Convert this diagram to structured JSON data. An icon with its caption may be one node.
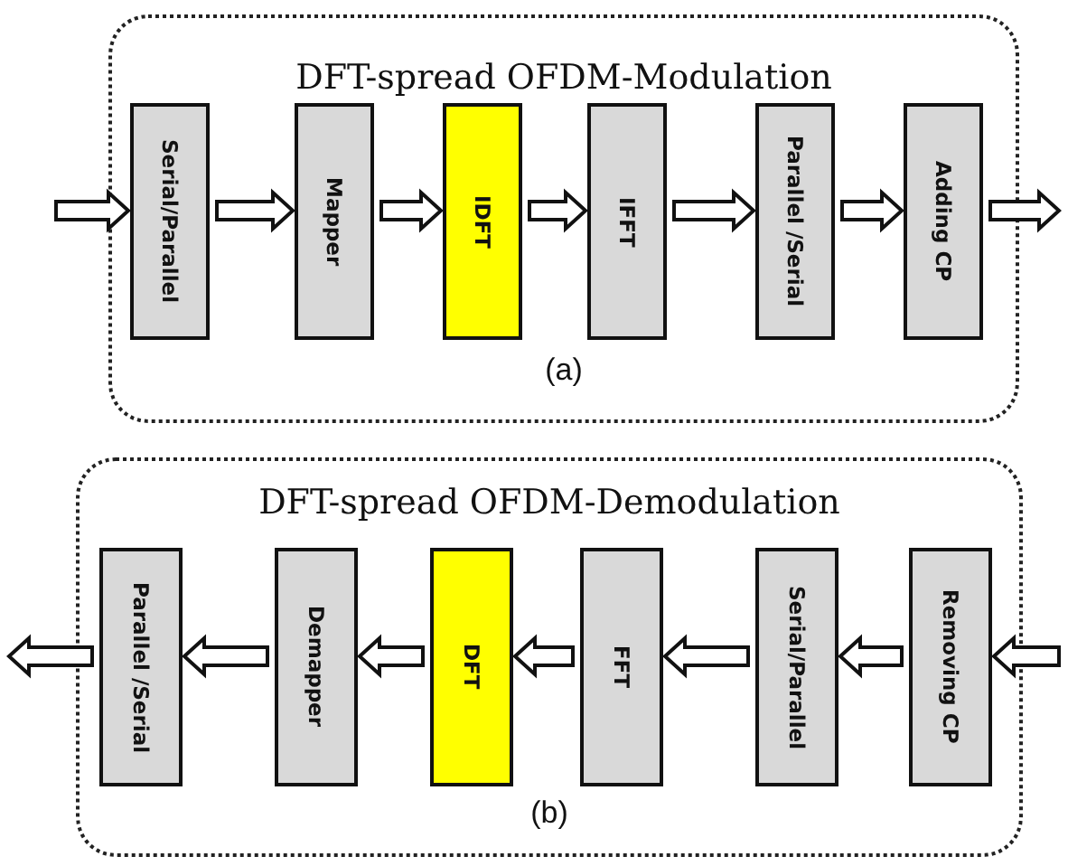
{
  "diagram": {
    "nodes": [
      {
        "text": [
          "DFT-spread OFDM-Modulation",
          "(a)"
        ]
      },
      {
        "text": [
          "Serial/Parallel"
        ],
        "in": 0
      },
      {
        "text": [
          "Mapper"
        ],
        "in": 0
      },
      {
        "text": [
          "IDFT"
        ],
        "in": 0
      },
      {
        "text": [
          "IFFT"
        ],
        "in": 0
      },
      {
        "text": [
          "Parallel /Serial"
        ],
        "in": 0
      },
      {
        "text": [
          "Adding CP"
        ],
        "in": 0
      },
      {
        "text": [
          "DFT-spread OFDM-Demodulation",
          "(b)"
        ]
      },
      {
        "text": [
          "Parallel /Serial"
        ],
        "in": 7
      },
      {
        "text": [
          "Demapper"
        ],
        "in": 7
      },
      {
        "text": [
          "DFT"
        ],
        "in": 7
      },
      {
        "text": [
          "FFT"
        ],
        "in": 7
      },
      {
        "text": [
          "Serial/Parallel"
        ],
        "in": 7
      },
      {
        "text": [
          "Removing CP"
        ],
        "in": 7
      }
    ],
    "edges": [
      {
        "from": null,
        "to": 1,
        "arrow": "to"
      },
      {
        "from": 1,
        "to": 2,
        "arrow": "to"
      },
      {
        "from": 2,
        "to": 3,
        "arrow": "to"
      },
      {
        "from": 3,
        "to": 4,
        "arrow": "to"
      },
      {
        "from": 4,
        "to": 5,
        "arrow": "to"
      },
      {
        "from": 5,
        "to": 6,
        "arrow": "to"
      },
      {
        "from": 6,
        "to": null,
        "arrow": "to"
      },
      {
        "from": null,
        "to": 13,
        "arrow": "to"
      },
      {
        "from": 13,
        "to": 12,
        "arrow": "to"
      },
      {
        "from": 12,
        "to": 11,
        "arrow": "to"
      },
      {
        "from": 11,
        "to": 10,
        "arrow": "to"
      },
      {
        "from": 10,
        "to": 9,
        "arrow": "to"
      },
      {
        "from": 9,
        "to": 8,
        "arrow": "to"
      },
      {
        "from": 8,
        "to": null,
        "arrow": "to"
      }
    ]
  }
}
